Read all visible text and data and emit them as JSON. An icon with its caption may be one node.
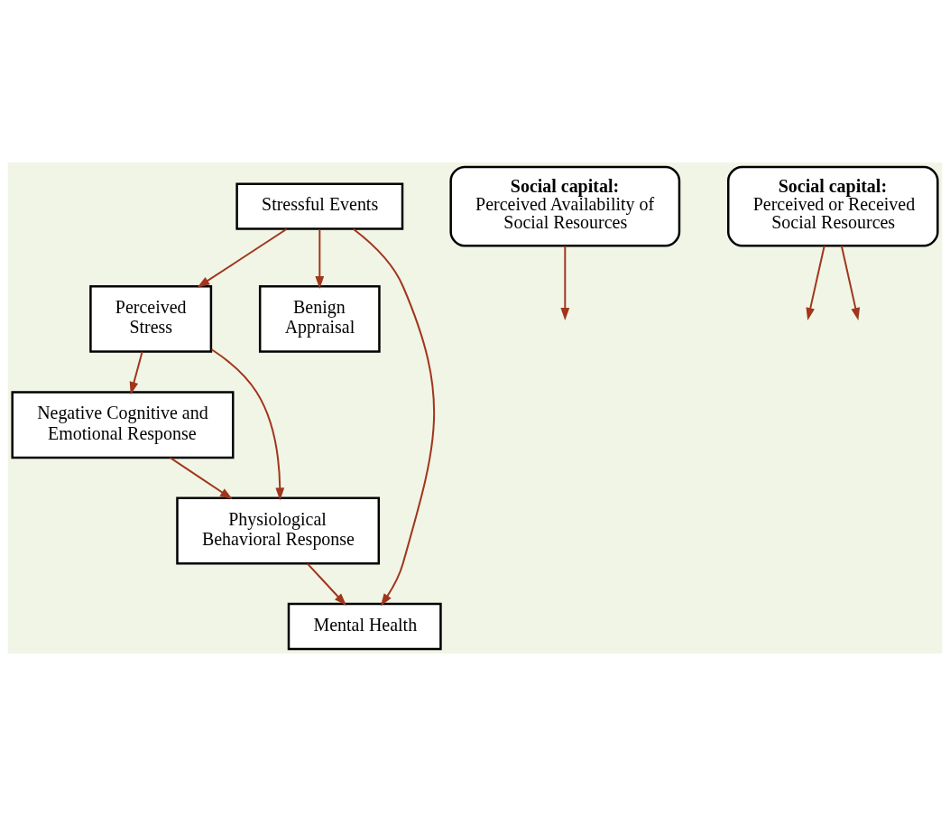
{
  "diagram": {
    "nodes": [
      {
        "text": [
          "Stressful Events"
        ]
      },
      {
        "text": [
          "Social capital:",
          "Perceived Availability of Social Resources"
        ]
      },
      {
        "text": [
          "Perceived Stress"
        ]
      },
      {
        "text": [
          "Benign Appraisal"
        ]
      },
      {
        "text": [
          "Social capital:",
          "Perceived or Received Social Resources"
        ]
      },
      {
        "text": [
          "Negative Cognitive and Emotional Response"
        ]
      },
      {
        "text": [
          "Physiological Behavioral Response"
        ]
      },
      {
        "text": [
          "Mental Health"
        ]
      }
    ],
    "edges": [
      {
        "from": 0,
        "to": 2,
        "arrow": "to",
        "color": "#a0361c"
      },
      {
        "from": 0,
        "to": 3,
        "arrow": "to",
        "color": "#a0361c"
      },
      {
        "from": 1,
        "to": null,
        "arrow": "to",
        "color": "#a0361c"
      },
      {
        "from": 2,
        "to": 5,
        "arrow": "to",
        "color": "#a0361c"
      },
      {
        "from": 2,
        "to": 6,
        "arrow": "to",
        "color": "#a0361c"
      },
      {
        "from": 4,
        "to": null,
        "arrow": "to",
        "color": "#a0361c"
      },
      {
        "from": 4,
        "to": null,
        "arrow": "to",
        "color": "#a0361c"
      },
      {
        "from": 5,
        "to": 6,
        "arrow": "to",
        "color": "#a0361c"
      },
      {
        "from": 6,
        "to": 7,
        "arrow": "to",
        "color": "#a0361c"
      },
      {
        "from": 0,
        "to": 7,
        "arrow": "to",
        "color": "#a0361c"
      }
    ]
  }
}
